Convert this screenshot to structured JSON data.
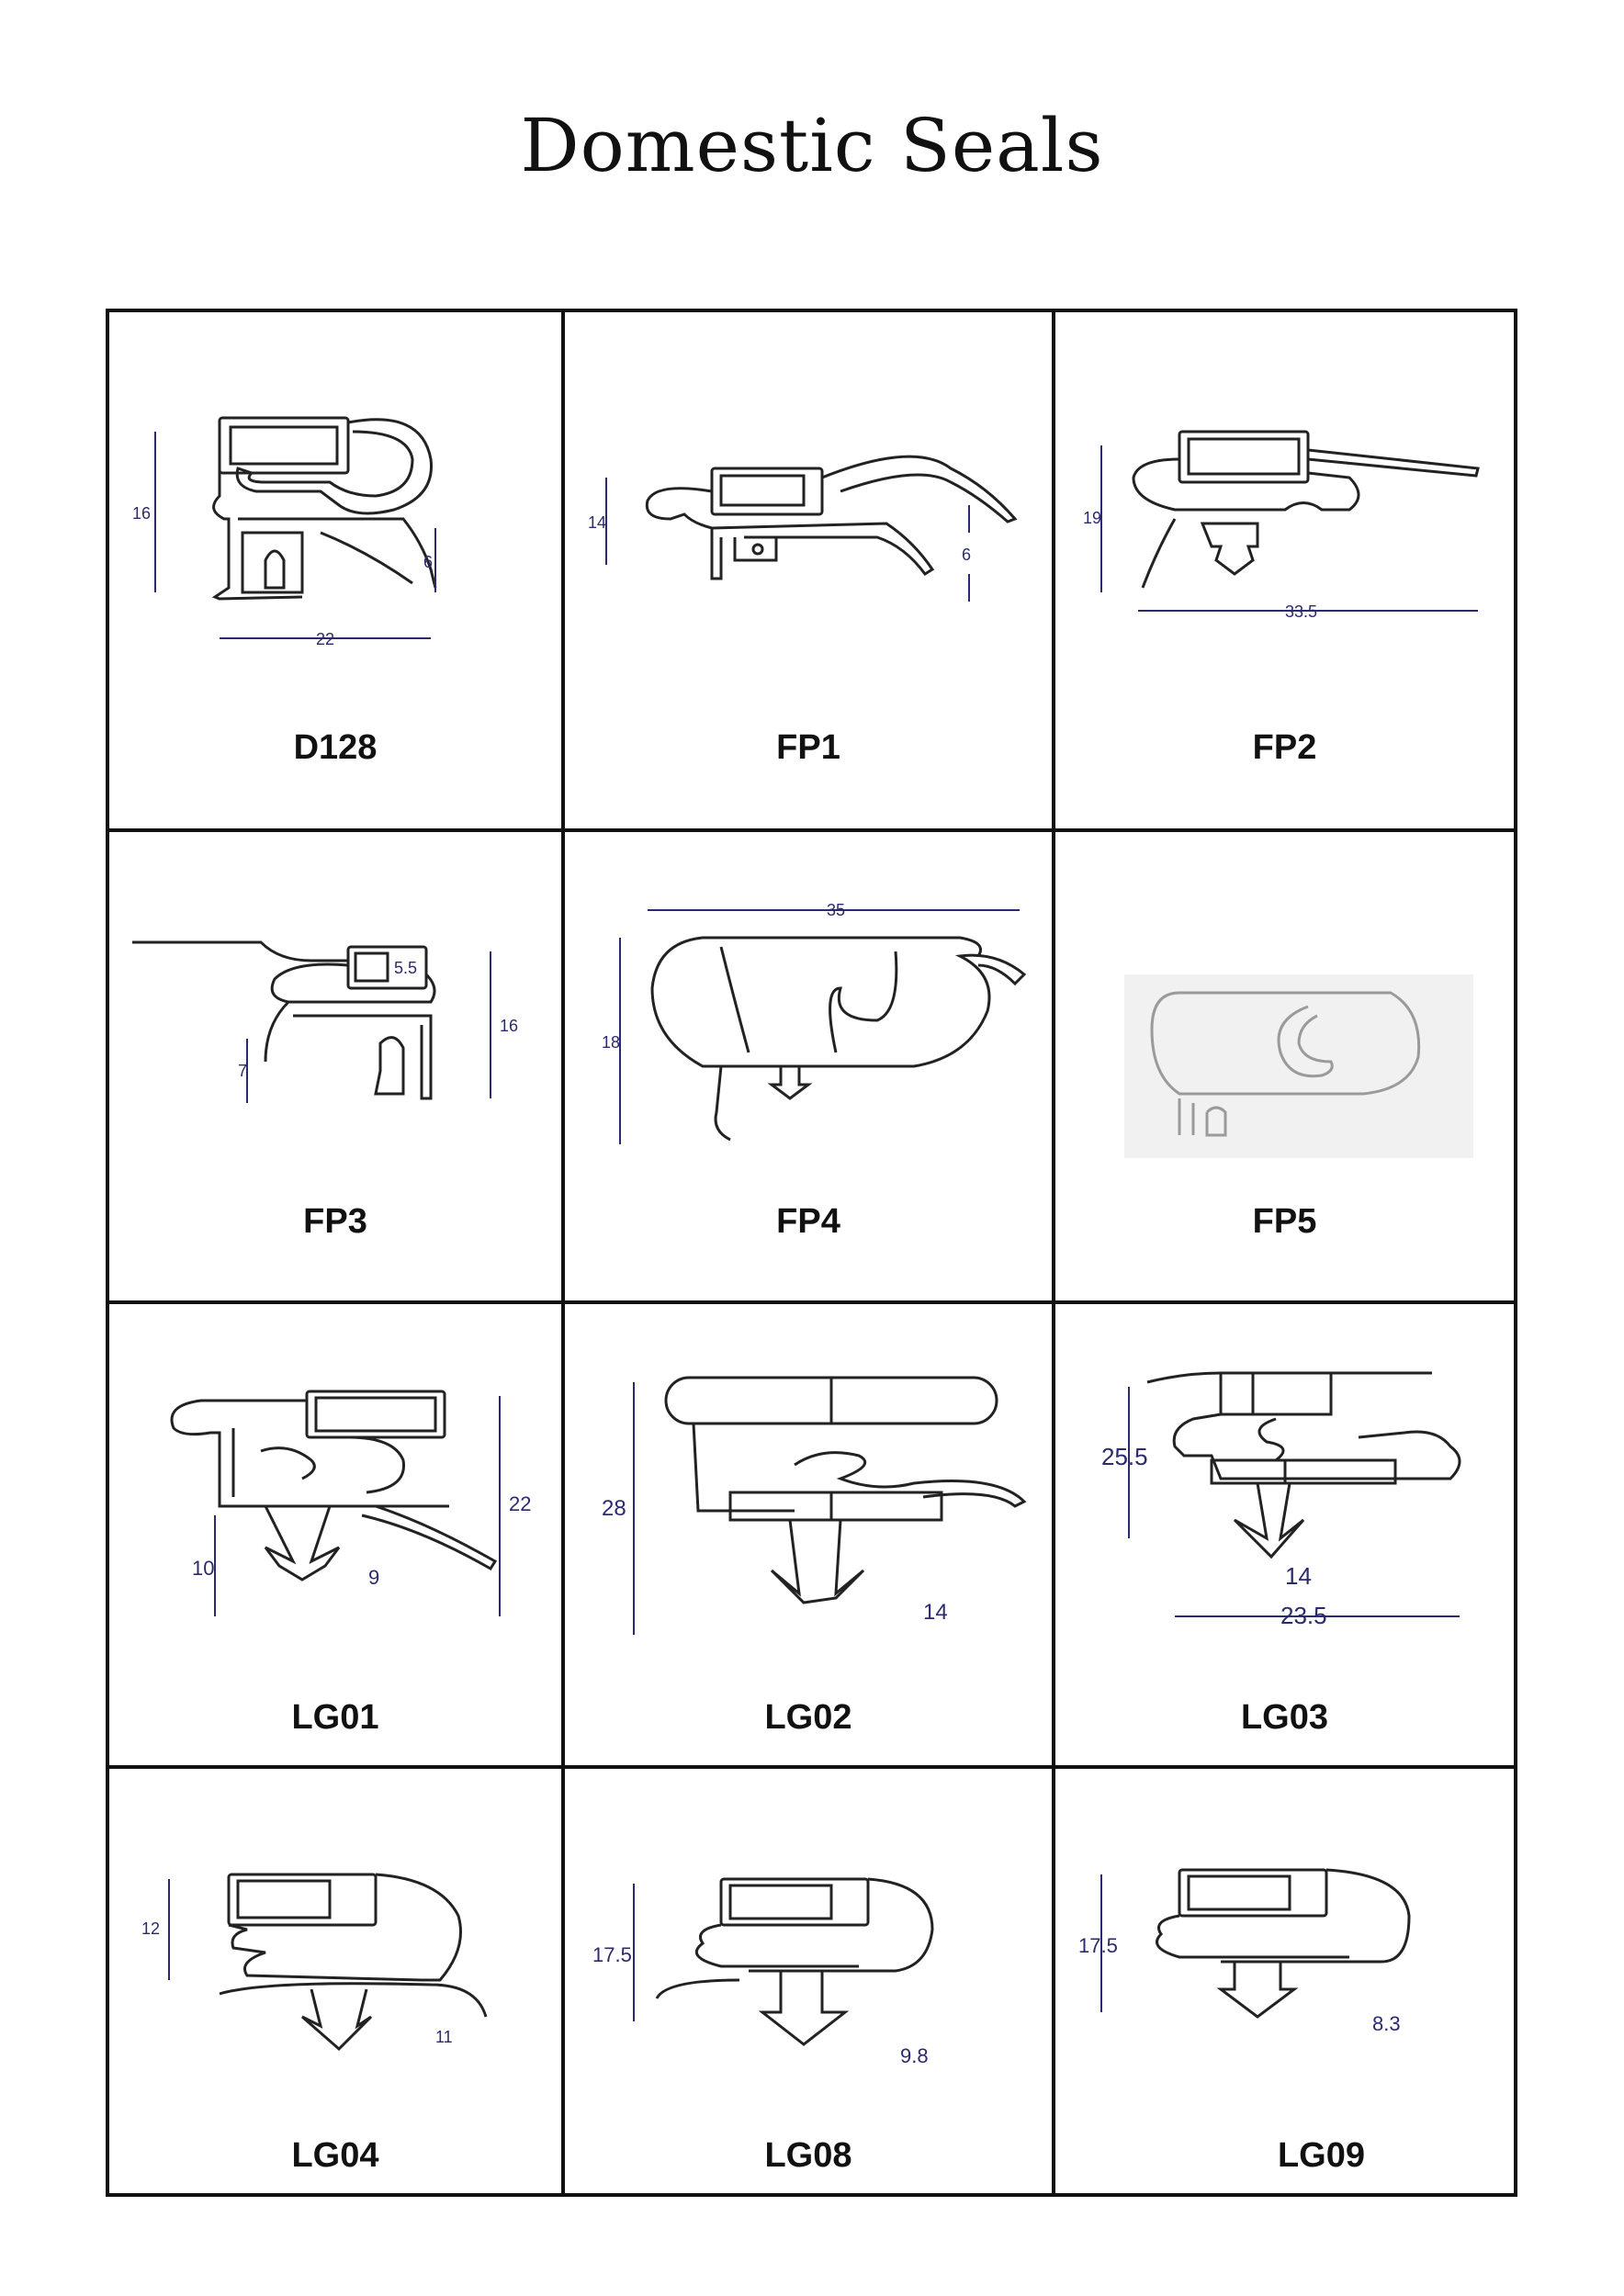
{
  "title": "Domestic Seals",
  "seals": [
    {
      "code": "D128",
      "dims": [
        "16",
        "6",
        "22"
      ]
    },
    {
      "code": "FP1",
      "dims": [
        "14",
        "6"
      ]
    },
    {
      "code": "FP2",
      "dims": [
        "19",
        "33.5"
      ]
    },
    {
      "code": "FP3",
      "dims": [
        "5.5",
        "16",
        "7"
      ]
    },
    {
      "code": "FP4",
      "dims": [
        "35",
        "18"
      ]
    },
    {
      "code": "FP5",
      "dims": []
    },
    {
      "code": "LG01",
      "dims": [
        "22",
        "10",
        "9"
      ]
    },
    {
      "code": "LG02",
      "dims": [
        "28",
        "14"
      ]
    },
    {
      "code": "LG03",
      "dims": [
        "25.5",
        "14",
        "23.5"
      ]
    },
    {
      "code": "LG04",
      "dims": [
        "12",
        "11"
      ]
    },
    {
      "code": "LG08",
      "dims": [
        "17.5",
        "9.8"
      ]
    },
    {
      "code": "LG09",
      "dims": [
        "17.5",
        "8.3"
      ]
    }
  ]
}
